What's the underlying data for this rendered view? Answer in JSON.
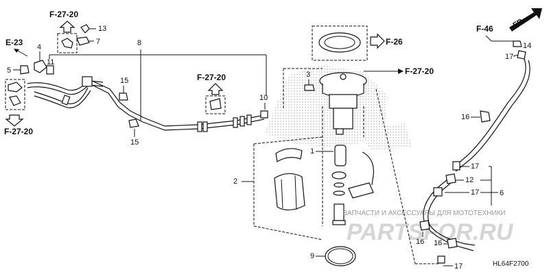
{
  "diagram_code": "HL64F2700",
  "direction_arrow": "FR.",
  "watermark": {
    "line1": "ЗАПЧАСТИ И АКСЕССУАРЫ ДЛЯ МОТОТЕХНИКИ",
    "line2": "PARTSFOR.RU"
  },
  "refs": {
    "f2720_top": "F-27-20",
    "e23": "E-23",
    "f2720_left": "F-27-20",
    "f2720_mid": "F-27-20",
    "f26": "F-26",
    "f2720_right": "F-27-20",
    "f46": "F-46"
  },
  "callouts": {
    "c1": "1",
    "c2": "2",
    "c3": "3",
    "c4": "4",
    "c5": "5",
    "c6": "6",
    "c7": "7",
    "c8": "8",
    "c9": "9",
    "c10": "10",
    "c11": "11",
    "c12": "12",
    "c13": "13",
    "c14": "14",
    "c15a": "15",
    "c15b": "15",
    "c16a": "16",
    "c16b": "16",
    "c16c": "16",
    "c17a": "17",
    "c17b": "17",
    "c17c": "17",
    "c17d": "17"
  },
  "colors": {
    "ink": "#111111",
    "shade": "#d8d8d8",
    "watermark": "#9a9a9a"
  }
}
